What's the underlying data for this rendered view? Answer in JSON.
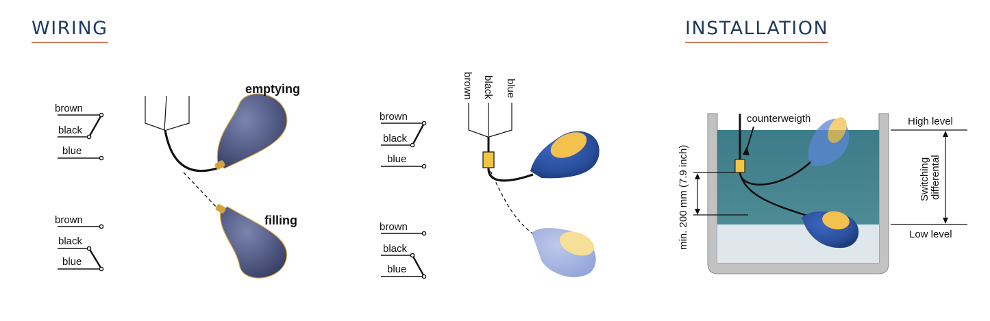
{
  "wiring": {
    "title": "WIRING",
    "diagram1": {
      "top_labels": [
        "brown",
        "black",
        "blue"
      ],
      "bottom_labels": [
        "brown",
        "black",
        "blue"
      ],
      "state_emptying": "emptying",
      "state_filling": "filling"
    },
    "diagram2": {
      "top_labels": [
        "brown",
        "black",
        "blue"
      ],
      "bottom_labels": [
        "brown",
        "black",
        "blue"
      ],
      "cable_labels": [
        "brown",
        "black",
        "blue"
      ]
    }
  },
  "installation": {
    "title": "INSTALLATION",
    "counterweight_label": "counterweigth",
    "high_level": "High level",
    "low_level": "Low level",
    "switching_line1": "Switching",
    "switching_line2": "differental",
    "min_distance": "min. 200 mm (7.9 inch)"
  },
  "colors": {
    "title": "#1f3a5f",
    "underline": "#d97757",
    "float_grey": "#545d86",
    "float_blue": "#2a4f9c",
    "float_cap": "#f2c14e",
    "weight": "#f4c542",
    "water": "#3e7a86",
    "tank": "#c2c2c2"
  }
}
